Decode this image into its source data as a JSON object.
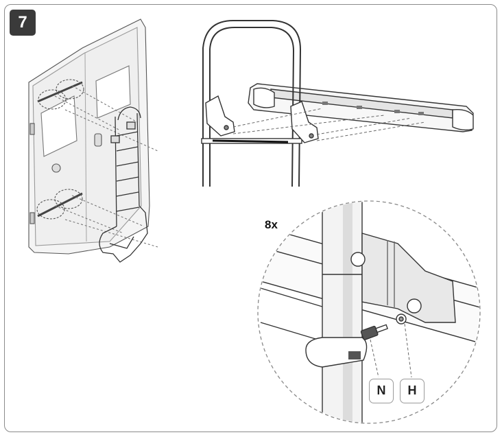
{
  "step": {
    "number": "7"
  },
  "detail": {
    "quantity": "8x"
  },
  "parts": [
    {
      "label": "N"
    },
    {
      "label": "H"
    }
  ]
}
